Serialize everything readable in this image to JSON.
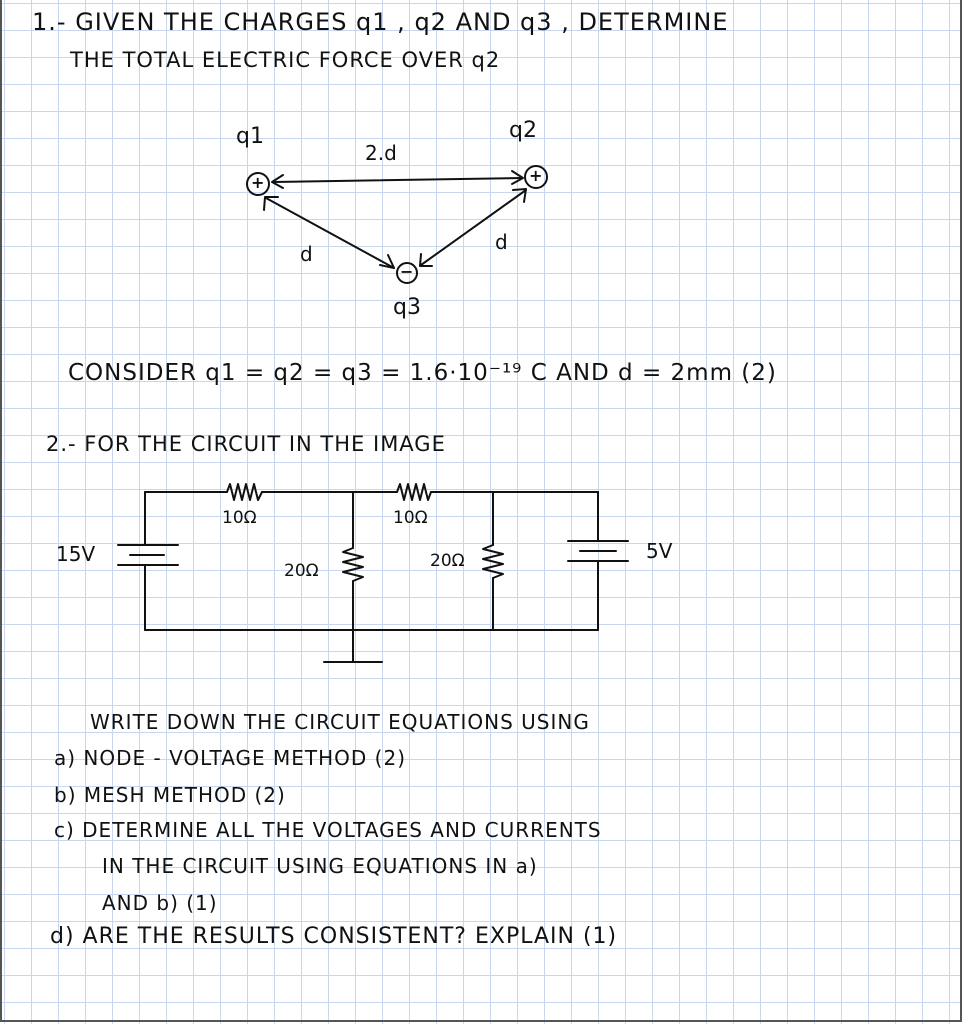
{
  "problem1": {
    "line1": "1.- GIVEN THE CHARGES q1 , q2 AND q3 , DETERMINE",
    "line2": "THE TOTAL ELECTRIC FORCE OVER q2"
  },
  "diagram1": {
    "q1": "q1",
    "q2": "q2",
    "q3": "q3",
    "top_distance": "2.d",
    "left_distance": "d",
    "right_distance": "d",
    "plus_sign": "+",
    "minus_sign": "−"
  },
  "consider": "CONSIDER q1 = q2 = q3 = 1.6·10⁻¹⁹ C AND d = 2mm (2)",
  "problem2": {
    "title": "2.- FOR THE CIRCUIT IN THE IMAGE",
    "write": "WRITE DOWN THE CIRCUIT EQUATIONS USING",
    "a": "a) NODE - VOLTAGE METHOD (2)",
    "b": "b) MESH METHOD (2)",
    "c1": "c) DETERMINE ALL THE VOLTAGES AND CURRENTS",
    "c2": "IN THE CIRCUIT USING EQUATIONS IN a)",
    "c3": "AND b) (1)",
    "d": "d) ARE THE RESULTS CONSISTENT? EXPLAIN (1)"
  },
  "circuit": {
    "source_left": "15V",
    "source_right": "5V",
    "r_top_left": "10Ω",
    "r_top_right": "10Ω",
    "r_mid_left": "20Ω",
    "r_mid_right": "20Ω"
  }
}
